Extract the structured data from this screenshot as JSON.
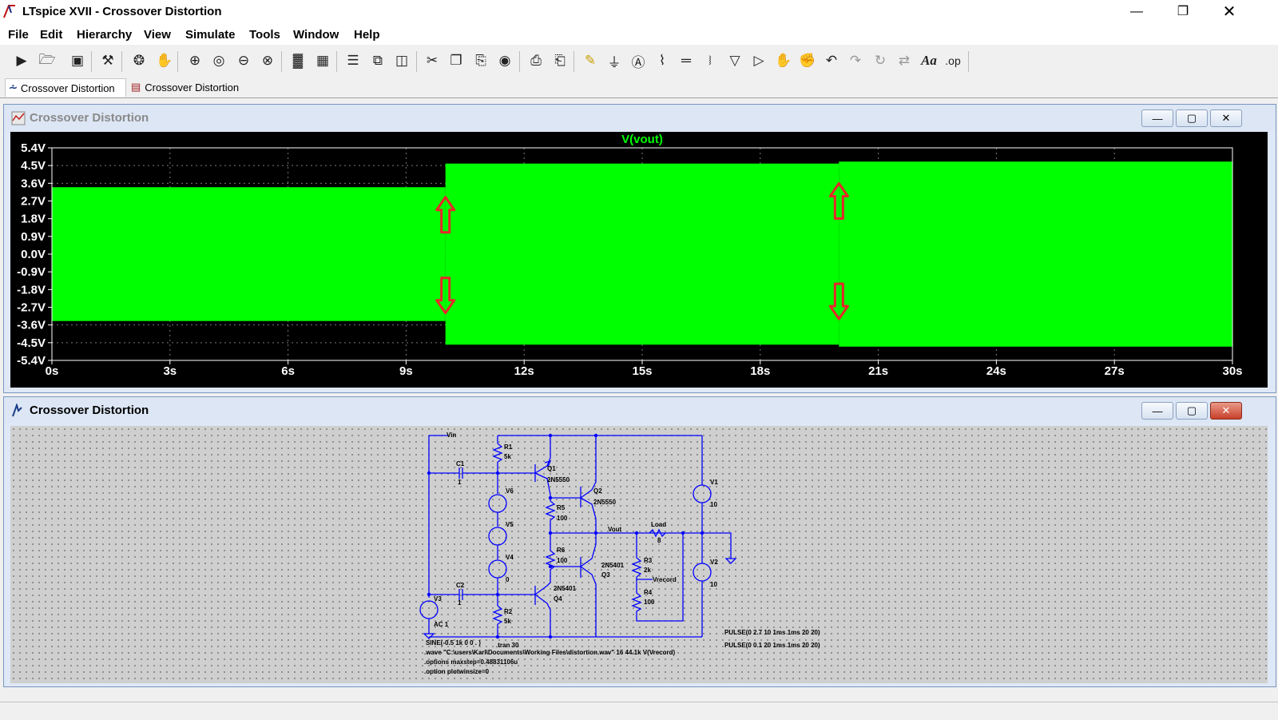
{
  "window": {
    "title": "LTspice XVII - Crossover Distortion"
  },
  "menu": [
    "File",
    "Edit",
    "Hierarchy",
    "View",
    "Simulate",
    "Tools",
    "Window",
    "Help"
  ],
  "toolbar_icons": [
    "new-schematic-icon",
    "open-icon",
    "save-icon",
    "control-panel-icon",
    "run-icon",
    "halt-icon",
    "zoom-in-icon",
    "zoom-area-icon",
    "zoom-out-icon",
    "zoom-fit-icon",
    "autorange-icon",
    "grid-icon",
    "tile-horizontal-icon",
    "cascade-icon",
    "tile-vertical-icon",
    "cut-icon",
    "copy-icon",
    "paste-icon",
    "find-icon",
    "print-icon",
    "print-preview-icon",
    "wire-icon",
    "ground-icon",
    "label-net-icon",
    "resistor-icon",
    "capacitor-icon",
    "inductor-icon",
    "diode-icon",
    "component-icon",
    "move-icon",
    "drag-icon",
    "undo-icon",
    "redo-icon",
    "rotate-icon",
    "mirror-icon",
    "text-icon",
    "spice-directive-icon"
  ],
  "tabs": [
    {
      "label": "Crossover Distortion",
      "icon": "schematic-icon"
    },
    {
      "label": "Crossover Distortion",
      "icon": "waveform-icon"
    }
  ],
  "plot_window": {
    "title": "Crossover Distortion"
  },
  "schematic_window": {
    "title": "Crossover Distortion"
  },
  "colors": {
    "trace": "#00ff00",
    "plot_bg": "#000000",
    "arrows": "#e8262a",
    "wire": "#0000ff"
  },
  "chart_data": {
    "type": "area",
    "title": "V(vout)",
    "xlabel": "",
    "ylabel": "",
    "xlim": [
      0,
      30
    ],
    "ylim": [
      -5.4,
      5.4
    ],
    "x_ticks": [
      "0s",
      "3s",
      "6s",
      "9s",
      "12s",
      "15s",
      "18s",
      "21s",
      "24s",
      "27s",
      "30s"
    ],
    "y_ticks": [
      "5.4V",
      "4.5V",
      "3.6V",
      "2.7V",
      "1.8V",
      "0.9V",
      "0.0V",
      "-0.9V",
      "-1.8V",
      "-2.7V",
      "-3.6V",
      "-4.5V",
      "-5.4V"
    ],
    "grid": true,
    "envelope": [
      {
        "t_start": 0,
        "t_end": 10,
        "max": 3.4,
        "min": -3.4
      },
      {
        "t_start": 10,
        "t_end": 20,
        "max": 4.6,
        "min": -4.6
      },
      {
        "t_start": 20,
        "t_end": 30,
        "max": 4.7,
        "min": -4.7
      }
    ],
    "annotations": [
      {
        "type": "arrow-up",
        "t": 10,
        "v": 2.0
      },
      {
        "type": "arrow-down",
        "t": 10,
        "v": -2.1
      },
      {
        "type": "arrow-up",
        "t": 20,
        "v": 2.7
      },
      {
        "type": "arrow-down",
        "t": 20,
        "v": -2.4
      }
    ]
  },
  "schematic": {
    "labels": {
      "vin": "Vin",
      "r1": "R1",
      "r1v": "5k",
      "c1": "C1",
      "c1v": "1",
      "q1": "Q1",
      "q1m": "2N5550",
      "q2": "Q2",
      "q2m": "2N5550",
      "v6": "V6",
      "v5": "V5",
      "v4": "V4",
      "v4v": "0",
      "r5": "R5",
      "r5v": "100",
      "r6": "R6",
      "r6v": "100",
      "vout": "Vout",
      "load": "Load",
      "loadv": "8",
      "v1": "V1",
      "v1v": "10",
      "v2": "V2",
      "v2v": "10",
      "r3": "R3",
      "r3v": "2k",
      "vrecord": "Vrecord",
      "r4": "R4",
      "r4v": "100",
      "q3": "Q3",
      "q3m": "2N5401",
      "q4": "Q4",
      "q4m": "2N5401",
      "c2": "C2",
      "c2v": "1",
      "v3": "V3",
      "v3v": "AC 1",
      "r2": "R2",
      "r2v": "5k"
    },
    "directives": {
      "sine": "SINE(-0.5 1k 0 0 . )",
      "tran": ".tran 30",
      "wave": ".wave \"C:\\users\\Karl\\Documents\\Working Files\\distortion.wav\" 16 44.1k V(Vrecord)",
      "options": ".options maxstep=0.48831106u",
      "plotwinsize": ".option plotwinsize=0",
      "pulse1": "PULSE(0 2.7 10 1ms 1ms 20 20)",
      "pulse2": "PULSE(0 0.1 20 1ms 1ms 20 20)"
    }
  }
}
